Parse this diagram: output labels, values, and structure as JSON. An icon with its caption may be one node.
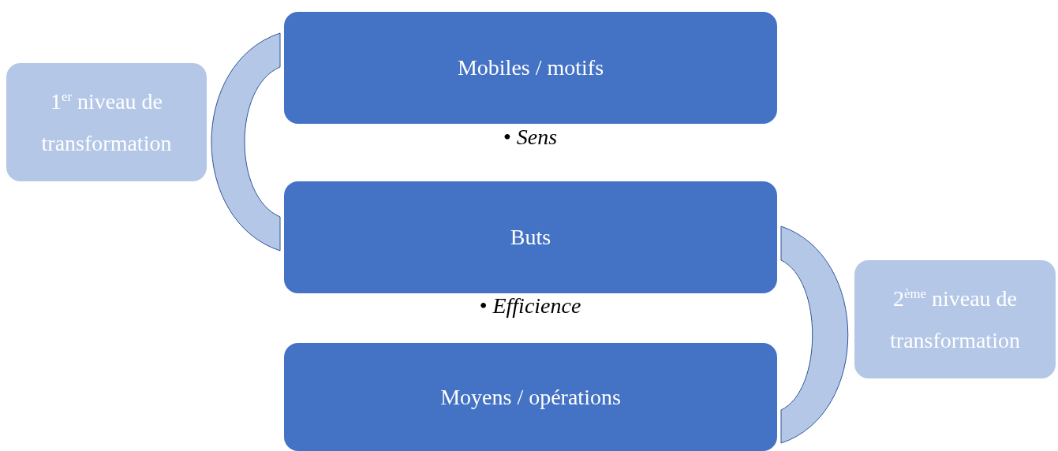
{
  "diagram": {
    "nodes": [
      {
        "text": [
          "Mobiles / motifs"
        ],
        "beside": [
          "• *Sens*"
        ]
      },
      {
        "text": [
          "Buts"
        ],
        "beside": [
          "• *Efficience*"
        ]
      },
      {
        "text": [
          "Moyens / opérations"
        ]
      },
      {
        "text": [
          "1$^{er}$ niveau de transformation"
        ]
      },
      {
        "text": [
          "2$^{ème}$ niveau de transformation"
        ]
      },
      {
        "text": [],
        "shape": "bracket"
      },
      {
        "text": [],
        "shape": "bracket"
      }
    ],
    "edges": []
  }
}
